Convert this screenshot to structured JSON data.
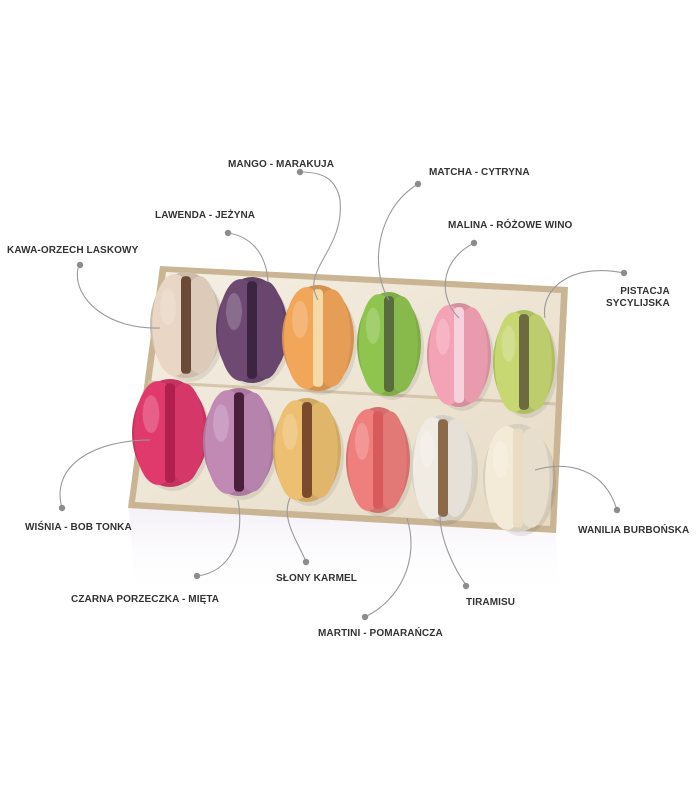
{
  "labels": {
    "mango": "MANGO - MARAKUJA",
    "matcha": "MATCHA - CYTRYNA",
    "lawenda": "LAWENDA - JEŻYNA",
    "malina": "MALINA - RÓŻOWE WINO",
    "kawa": "KAWA-ORZECH LASKOWY",
    "pistacja_1": "PISTACJA",
    "pistacja_2": "SYCYLIJSKA",
    "wisnia": "WIŚNIA - BOB TONKA",
    "wanilia": "WANILIA BURBOŃSKA",
    "karmel": "SŁONY KARMEL",
    "porzeczka": "CZARNA PORZECZKA - MIĘTA",
    "tiramisu": "TIRAMISU",
    "martini": "MARTINI - POMARAŃCZA"
  },
  "colors": {
    "kawa": "#e9d6c4",
    "lawenda": "#6e4a73",
    "mango": "#f2a65a",
    "matcha": "#8fc44f",
    "malina": "#f3a3b5",
    "pistacja": "#c7d873",
    "wisnia": "#e03a6d",
    "porzeczka": "#c08ab5",
    "karmel": "#ecc070",
    "martini": "#ef7f7c",
    "tiramisu": "#f1ece3",
    "wanilia": "#f3ead8",
    "box": "#c9b594",
    "line": "#9a9a9a"
  },
  "icons": {
    "leader_dot": "leader-dot-icon"
  }
}
